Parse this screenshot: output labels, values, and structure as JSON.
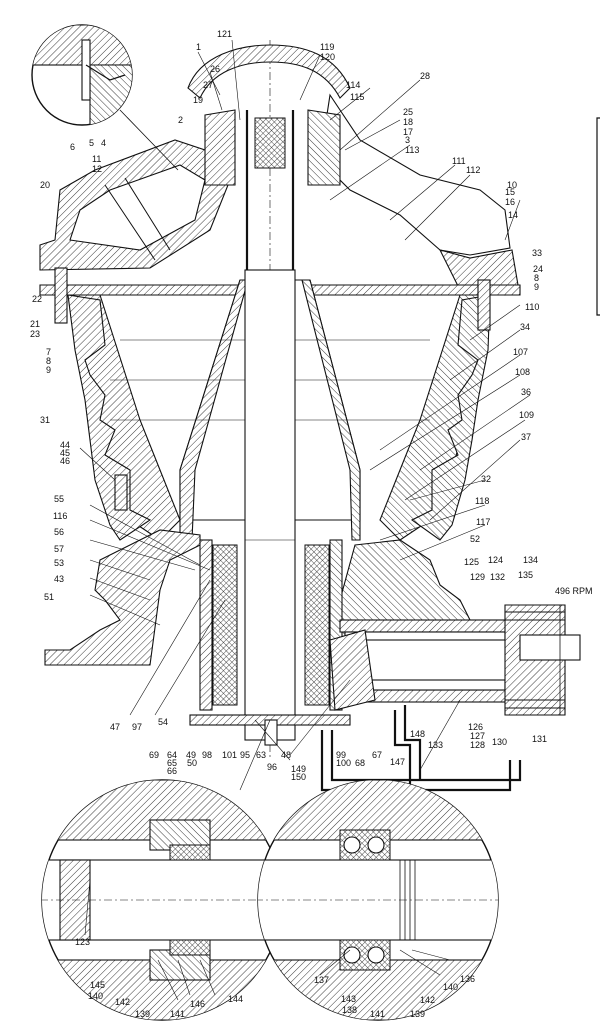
{
  "speed_label": "496 RPM",
  "part_labels": [
    "1",
    "2",
    "3",
    "4",
    "5",
    "6",
    "7",
    "8",
    "9",
    "10",
    "11",
    "12",
    "14",
    "15",
    "16",
    "17",
    "18",
    "19",
    "20",
    "21",
    "22",
    "23",
    "24",
    "25",
    "26",
    "27",
    "28",
    "31",
    "32",
    "33",
    "34",
    "36",
    "37",
    "43",
    "44",
    "45",
    "46",
    "47",
    "49",
    "50",
    "51",
    "52",
    "53",
    "54",
    "55",
    "56",
    "57",
    "63",
    "64",
    "65",
    "66",
    "67",
    "68",
    "69",
    "95",
    "96",
    "97",
    "98",
    "99",
    "100",
    "101",
    "107",
    "108",
    "109",
    "110",
    "111",
    "112",
    "113",
    "114",
    "115",
    "116",
    "117",
    "118",
    "119",
    "120",
    "121",
    "123",
    "124",
    "125",
    "126",
    "127",
    "128",
    "129",
    "130",
    "131",
    "132",
    "133",
    "134",
    "135",
    "136",
    "137",
    "138",
    "139",
    "140",
    "141",
    "142",
    "143",
    "144",
    "145",
    "146",
    "147",
    "148",
    "149",
    "150"
  ],
  "labels": [
    {
      "t": "121"
    },
    {
      "t": "1"
    },
    {
      "t": "26"
    },
    {
      "t": "27"
    },
    {
      "t": "19"
    },
    {
      "t": "2"
    },
    {
      "t": "119"
    },
    {
      "t": "120"
    },
    {
      "t": "114"
    },
    {
      "t": "115"
    },
    {
      "t": "28"
    },
    {
      "t": "25"
    },
    {
      "t": "18"
    },
    {
      "t": "17"
    },
    {
      "t": "3"
    },
    {
      "t": "113"
    },
    {
      "t": "11"
    },
    {
      "t": "12"
    },
    {
      "t": "111"
    },
    {
      "t": "112"
    },
    {
      "t": "10"
    },
    {
      "t": "15"
    },
    {
      "t": "16"
    },
    {
      "t": "14"
    },
    {
      "t": "20"
    },
    {
      "t": "33"
    },
    {
      "t": "24"
    },
    {
      "t": "8"
    },
    {
      "t": "9"
    },
    {
      "t": "22"
    },
    {
      "t": "21"
    },
    {
      "t": "23"
    },
    {
      "t": "110"
    },
    {
      "t": "34"
    },
    {
      "t": "7"
    },
    {
      "t": "8"
    },
    {
      "t": "9"
    },
    {
      "t": "107"
    },
    {
      "t": "108"
    },
    {
      "t": "31"
    },
    {
      "t": "36"
    },
    {
      "t": "109"
    },
    {
      "t": "37"
    },
    {
      "t": "44"
    },
    {
      "t": "45"
    },
    {
      "t": "46"
    },
    {
      "t": "32"
    },
    {
      "t": "118"
    },
    {
      "t": "55"
    },
    {
      "t": "116"
    },
    {
      "t": "117"
    },
    {
      "t": "56"
    },
    {
      "t": "52"
    },
    {
      "t": "57"
    },
    {
      "t": "53"
    },
    {
      "t": "125"
    },
    {
      "t": "124"
    },
    {
      "t": "134"
    },
    {
      "t": "43"
    },
    {
      "t": "129"
    },
    {
      "t": "132"
    },
    {
      "t": "135"
    },
    {
      "t": "51"
    },
    {
      "t": "47"
    },
    {
      "t": "97"
    },
    {
      "t": "54"
    },
    {
      "t": "126"
    },
    {
      "t": "127"
    },
    {
      "t": "128"
    },
    {
      "t": "130"
    },
    {
      "t": "131"
    },
    {
      "t": "148"
    },
    {
      "t": "69"
    },
    {
      "t": "64"
    },
    {
      "t": "65"
    },
    {
      "t": "66"
    },
    {
      "t": "49"
    },
    {
      "t": "50"
    },
    {
      "t": "98"
    },
    {
      "t": "101"
    },
    {
      "t": "95"
    },
    {
      "t": "63"
    },
    {
      "t": "48"
    },
    {
      "t": "96"
    },
    {
      "t": "149"
    },
    {
      "t": "150"
    },
    {
      "t": "99"
    },
    {
      "t": "100"
    },
    {
      "t": "68"
    },
    {
      "t": "67"
    },
    {
      "t": "147"
    },
    {
      "t": "133"
    },
    {
      "t": "6"
    },
    {
      "t": "5"
    },
    {
      "t": "4"
    },
    {
      "t": "123"
    },
    {
      "t": "145"
    },
    {
      "t": "140"
    },
    {
      "t": "142"
    },
    {
      "t": "139"
    },
    {
      "t": "141"
    },
    {
      "t": "146"
    },
    {
      "t": "144"
    },
    {
      "t": "137"
    },
    {
      "t": "143"
    },
    {
      "t": "138"
    },
    {
      "t": "141"
    },
    {
      "t": "139"
    },
    {
      "t": "142"
    },
    {
      "t": "140"
    },
    {
      "t": "136"
    }
  ]
}
